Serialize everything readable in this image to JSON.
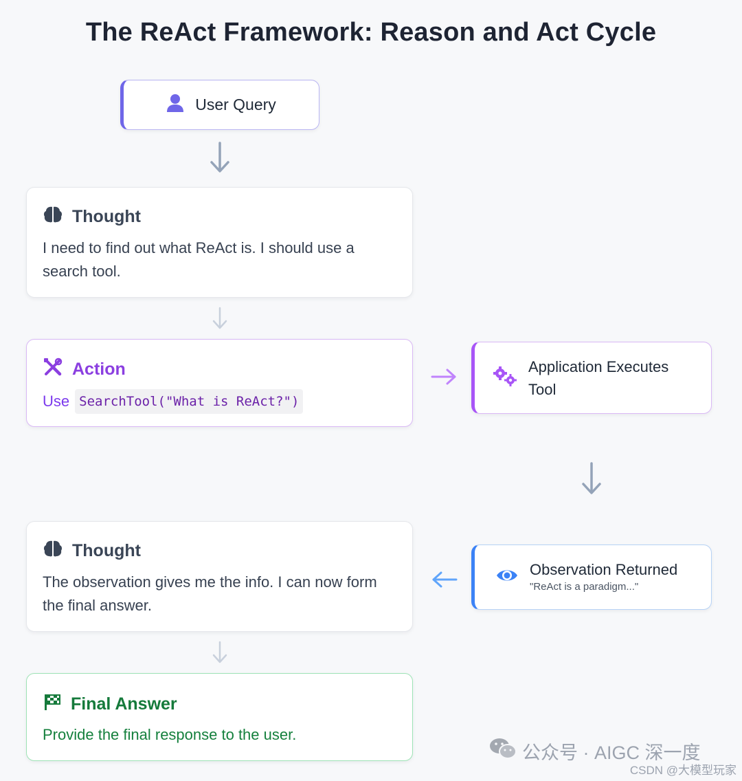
{
  "title": "The ReAct Framework: Reason and Act Cycle",
  "nodes": {
    "user_query": {
      "label": "User Query",
      "icon": "user-icon"
    },
    "thought_1": {
      "title": "Thought",
      "icon": "brain-icon",
      "text": "I need to find out what ReAct is. I should use a search tool."
    },
    "action": {
      "title": "Action",
      "icon": "tools-icon",
      "prefix": "Use",
      "code": "SearchTool(\"What is ReAct?\")"
    },
    "execute": {
      "label": "Application Executes Tool",
      "icon": "gears-icon"
    },
    "observation": {
      "label": "Observation Returned",
      "sub": "\"ReAct is a paradigm...\"",
      "icon": "eye-icon"
    },
    "thought_2": {
      "title": "Thought",
      "icon": "brain-icon",
      "text": "The observation gives me the info. I can now form the final answer."
    },
    "final": {
      "title": "Final Answer",
      "icon": "checkered-flag-icon",
      "text": "Provide the final response to the user."
    }
  },
  "watermark": {
    "line1": "公众号 · AIGC 深一度",
    "line2": "CSDN @大模型玩家",
    "icon": "wechat-icon"
  },
  "colors": {
    "user_accent": "#6f66e8",
    "action_accent": "#8b3fe0",
    "execute_accent": "#a855f7",
    "observation_accent": "#3b82f6",
    "final_accent": "#157a3b",
    "arrow_gray": "#94a3b8"
  }
}
